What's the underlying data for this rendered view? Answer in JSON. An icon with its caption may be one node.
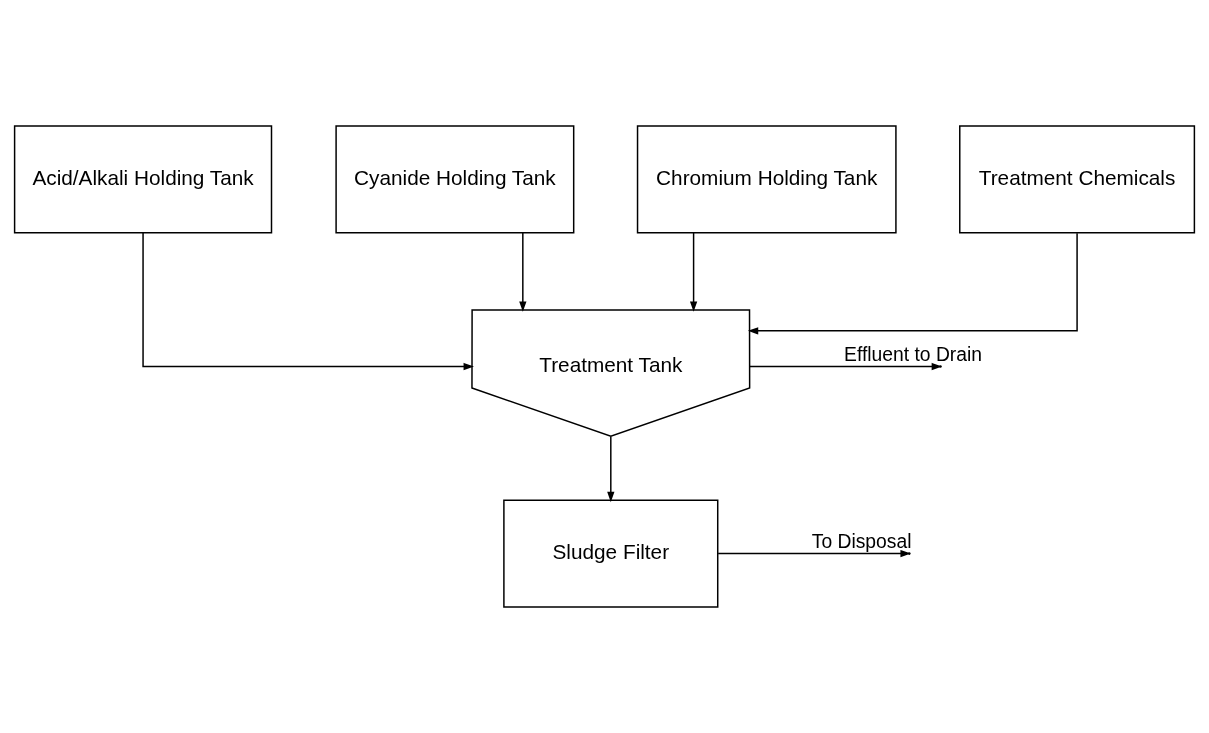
{
  "diagram": {
    "nodes": [
      {
        "text": [
          "Acid/Alkali Holding Tank"
        ]
      },
      {
        "text": [
          "Cyanide Holding Tank"
        ]
      },
      {
        "text": [
          "Chromium Holding Tank"
        ]
      },
      {
        "text": [
          "Treatment Chemicals"
        ]
      },
      {
        "text": [
          "Treatment Tank"
        ]
      },
      {
        "text": [
          "Sludge Filter"
        ]
      }
    ],
    "edges": [
      {
        "from": 0,
        "to": 4,
        "arrow": "to"
      },
      {
        "from": 1,
        "to": 4,
        "arrow": "to"
      },
      {
        "from": 2,
        "to": 4,
        "arrow": "to"
      },
      {
        "from": 3,
        "to": 4,
        "arrow": "to"
      },
      {
        "from": 4,
        "to": null,
        "label": "Effluent to Drain",
        "arrow": "to"
      },
      {
        "from": 4,
        "to": 5,
        "arrow": "to"
      },
      {
        "from": 5,
        "to": null,
        "label": "To Disposal",
        "arrow": "to"
      }
    ]
  }
}
